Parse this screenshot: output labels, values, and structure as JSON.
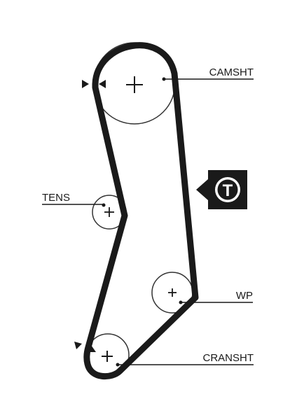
{
  "diagram": {
    "labels": {
      "camshaft": "CAMSHT",
      "tensioner": "TENS",
      "water_pump": "WP",
      "crankshaft": "CRANSHT"
    },
    "badge": {
      "letter": "T"
    },
    "colors": {
      "belt": "#1a1a1a",
      "pulley_outline": "#333333",
      "leader_line": "#1a1a1a",
      "badge_background": "#1a1a1a",
      "badge_circle": "#ffffff",
      "background": "#ffffff"
    },
    "icons": {
      "pulley_center": "plus-icon",
      "timing_marker": "triangle-pointer-icon",
      "badge": "tensioner-t-badge-icon"
    }
  }
}
